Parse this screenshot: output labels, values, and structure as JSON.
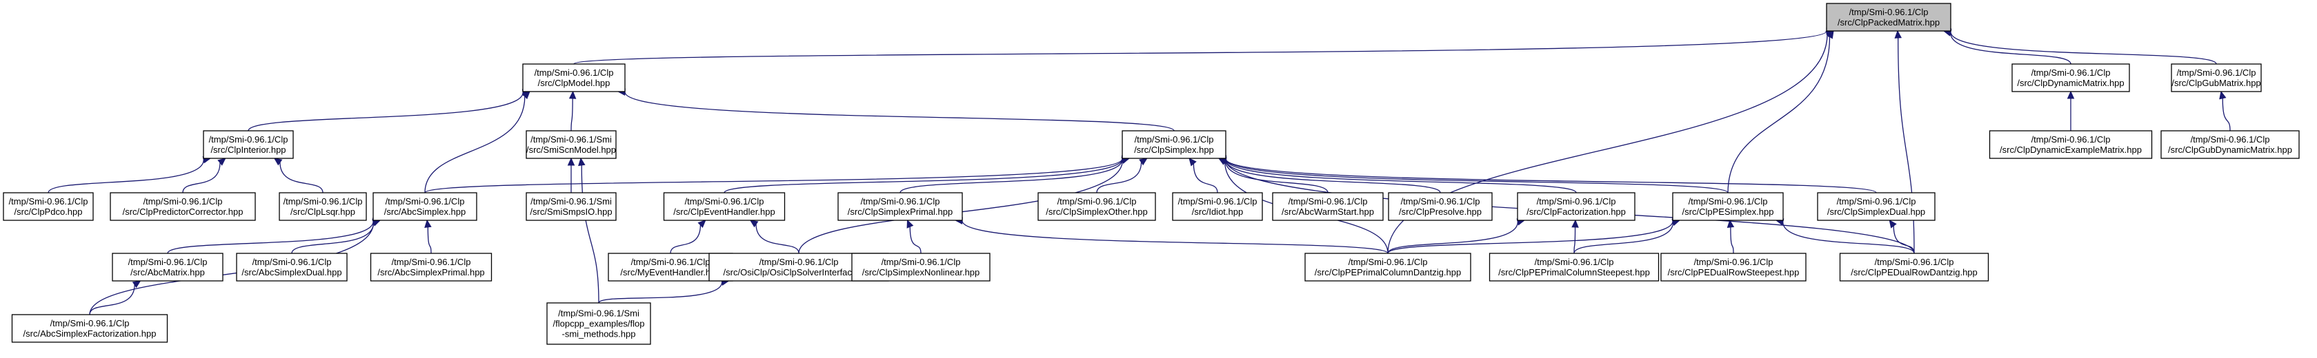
{
  "graph": {
    "colors": {
      "edge": "#191970",
      "node_fill": "#ffffff",
      "root_fill": "#bfbfbf",
      "node_border": "#000000"
    },
    "nodes": [
      {
        "id": "packed",
        "lines": [
          "/tmp/Smi-0.96.1/Clp",
          "/src/ClpPackedMatrix.hpp"
        ],
        "root": true
      },
      {
        "id": "model",
        "lines": [
          "/tmp/Smi-0.96.1/Clp",
          "/src/ClpModel.hpp"
        ]
      },
      {
        "id": "dynmat",
        "lines": [
          "/tmp/Smi-0.96.1/Clp",
          "/src/ClpDynamicMatrix.hpp"
        ]
      },
      {
        "id": "gubmat",
        "lines": [
          "/tmp/Smi-0.96.1/Clp",
          "/src/ClpGubMatrix.hpp"
        ]
      },
      {
        "id": "interior",
        "lines": [
          "/tmp/Smi-0.96.1/Clp",
          "/src/ClpInterior.hpp"
        ]
      },
      {
        "id": "smiscn",
        "lines": [
          "/tmp/Smi-0.96.1/Smi",
          "/src/SmiScnModel.hpp"
        ]
      },
      {
        "id": "simplex",
        "lines": [
          "/tmp/Smi-0.96.1/Clp",
          "/src/ClpSimplex.hpp"
        ]
      },
      {
        "id": "dynex",
        "lines": [
          "/tmp/Smi-0.96.1/Clp",
          "/src/ClpDynamicExampleMatrix.hpp"
        ]
      },
      {
        "id": "gubdyn",
        "lines": [
          "/tmp/Smi-0.96.1/Clp",
          "/src/ClpGubDynamicMatrix.hpp"
        ]
      },
      {
        "id": "pdco",
        "lines": [
          "/tmp/Smi-0.96.1/Clp",
          "/src/ClpPdco.hpp"
        ]
      },
      {
        "id": "predcorr",
        "lines": [
          "/tmp/Smi-0.96.1/Clp",
          "/src/ClpPredictorCorrector.hpp"
        ]
      },
      {
        "id": "lsqr",
        "lines": [
          "/tmp/Smi-0.96.1/Clp",
          "/src/ClpLsqr.hpp"
        ]
      },
      {
        "id": "abcsimplex",
        "lines": [
          "/tmp/Smi-0.96.1/Clp",
          "/src/AbcSimplex.hpp"
        ]
      },
      {
        "id": "smisps",
        "lines": [
          "/tmp/Smi-0.96.1/Smi",
          "/src/SmiSmpsIO.hpp"
        ]
      },
      {
        "id": "eventh",
        "lines": [
          "/tmp/Smi-0.96.1/Clp",
          "/src/ClpEventHandler.hpp"
        ]
      },
      {
        "id": "primal",
        "lines": [
          "/tmp/Smi-0.96.1/Clp",
          "/src/ClpSimplexPrimal.hpp"
        ]
      },
      {
        "id": "other",
        "lines": [
          "/tmp/Smi-0.96.1/Clp",
          "/src/ClpSimplexOther.hpp"
        ]
      },
      {
        "id": "idiot",
        "lines": [
          "/tmp/Smi-0.96.1/Clp",
          "/src/Idiot.hpp"
        ]
      },
      {
        "id": "abcwarm",
        "lines": [
          "/tmp/Smi-0.96.1/Clp",
          "/src/AbcWarmStart.hpp"
        ]
      },
      {
        "id": "presolve",
        "lines": [
          "/tmp/Smi-0.96.1/Clp",
          "/src/ClpPresolve.hpp"
        ]
      },
      {
        "id": "factor",
        "lines": [
          "/tmp/Smi-0.96.1/Clp",
          "/src/ClpFactorization.hpp"
        ]
      },
      {
        "id": "pesimplex",
        "lines": [
          "/tmp/Smi-0.96.1/Clp",
          "/src/ClpPESimplex.hpp"
        ]
      },
      {
        "id": "dual",
        "lines": [
          "/tmp/Smi-0.96.1/Clp",
          "/src/ClpSimplexDual.hpp"
        ]
      },
      {
        "id": "abcmatrix",
        "lines": [
          "/tmp/Smi-0.96.1/Clp",
          "/src/AbcMatrix.hpp"
        ]
      },
      {
        "id": "abcdual",
        "lines": [
          "/tmp/Smi-0.96.1/Clp",
          "/src/AbcSimplexDual.hpp"
        ]
      },
      {
        "id": "abcprimal",
        "lines": [
          "/tmp/Smi-0.96.1/Clp",
          "/src/AbcSimplexPrimal.hpp"
        ]
      },
      {
        "id": "myevent",
        "lines": [
          "/tmp/Smi-0.96.1/Clp",
          "/src/MyEventHandler.hpp"
        ]
      },
      {
        "id": "osiclp",
        "lines": [
          "/tmp/Smi-0.96.1/Clp",
          "/src/OsiClp/OsiClpSolverInterface.hpp"
        ]
      },
      {
        "id": "nonlin",
        "lines": [
          "/tmp/Smi-0.96.1/Clp",
          "/src/ClpSimplexNonlinear.hpp"
        ]
      },
      {
        "id": "pecoldantzig",
        "lines": [
          "/tmp/Smi-0.96.1/Clp",
          "/src/ClpPEPrimalColumnDantzig.hpp"
        ]
      },
      {
        "id": "pecolsteep",
        "lines": [
          "/tmp/Smi-0.96.1/Clp",
          "/src/ClpPEPrimalColumnSteepest.hpp"
        ]
      },
      {
        "id": "pedualsteep",
        "lines": [
          "/tmp/Smi-0.96.1/Clp",
          "/src/ClpPEDualRowSteepest.hpp"
        ]
      },
      {
        "id": "pedualdantzig",
        "lines": [
          "/tmp/Smi-0.96.1/Clp",
          "/src/ClpPEDualRowDantzig.hpp"
        ]
      },
      {
        "id": "abcfactor",
        "lines": [
          "/tmp/Smi-0.96.1/Clp",
          "/src/AbcSimplexFactorization.hpp"
        ]
      },
      {
        "id": "flopc",
        "lines": [
          "/tmp/Smi-0.96.1/Smi",
          "/flopcpp_examples/flop",
          "-smi_methods.hpp"
        ]
      }
    ],
    "edges": [
      [
        "model",
        "packed"
      ],
      [
        "dynmat",
        "packed"
      ],
      [
        "gubmat",
        "packed"
      ],
      [
        "pesimplex",
        "packed"
      ],
      [
        "pecoldantzig",
        "packed"
      ],
      [
        "pedualdantzig",
        "packed"
      ],
      [
        "interior",
        "model"
      ],
      [
        "smiscn",
        "model"
      ],
      [
        "simplex",
        "model"
      ],
      [
        "abcsimplex",
        "model"
      ],
      [
        "dynex",
        "dynmat"
      ],
      [
        "gubdyn",
        "gubmat"
      ],
      [
        "pdco",
        "interior"
      ],
      [
        "predcorr",
        "interior"
      ],
      [
        "lsqr",
        "interior"
      ],
      [
        "smisps",
        "smiscn"
      ],
      [
        "flopc",
        "smiscn"
      ],
      [
        "abcsimplex",
        "simplex"
      ],
      [
        "eventh",
        "simplex"
      ],
      [
        "osiclp",
        "simplex"
      ],
      [
        "primal",
        "simplex"
      ],
      [
        "other",
        "simplex"
      ],
      [
        "idiot",
        "simplex"
      ],
      [
        "abcwarm",
        "simplex"
      ],
      [
        "presolve",
        "simplex"
      ],
      [
        "factor",
        "simplex"
      ],
      [
        "pesimplex",
        "simplex"
      ],
      [
        "dual",
        "simplex"
      ],
      [
        "pecoldantzig",
        "simplex"
      ],
      [
        "pedualdantzig",
        "simplex"
      ],
      [
        "abcmatrix",
        "abcsimplex"
      ],
      [
        "abcdual",
        "abcsimplex"
      ],
      [
        "abcprimal",
        "abcsimplex"
      ],
      [
        "abcfactor",
        "abcsimplex"
      ],
      [
        "abcfactor",
        "abcmatrix"
      ],
      [
        "myevent",
        "eventh"
      ],
      [
        "osiclp",
        "eventh"
      ],
      [
        "flopc",
        "osiclp"
      ],
      [
        "nonlin",
        "primal"
      ],
      [
        "pecoldantzig",
        "primal"
      ],
      [
        "pecoldantzig",
        "factor"
      ],
      [
        "pecolsteep",
        "factor"
      ],
      [
        "pecoldantzig",
        "pesimplex"
      ],
      [
        "pecolsteep",
        "pesimplex"
      ],
      [
        "pedualsteep",
        "pesimplex"
      ],
      [
        "pedualdantzig",
        "pesimplex"
      ],
      [
        "pedualdantzig",
        "dual"
      ]
    ]
  }
}
